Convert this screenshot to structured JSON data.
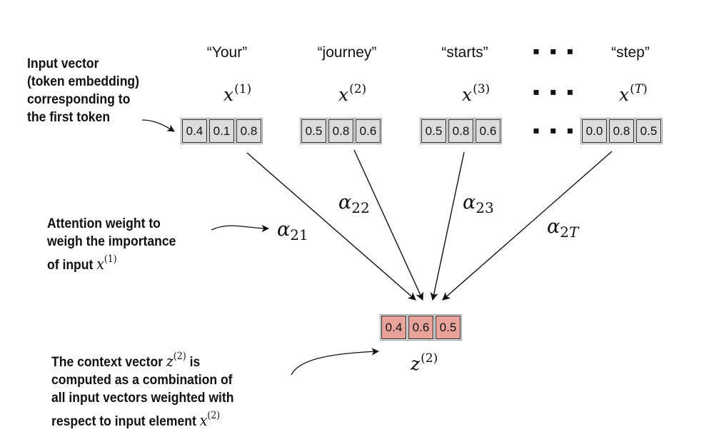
{
  "tokens": [
    {
      "word": "“Your”",
      "var": "x",
      "sup": "(1)",
      "values": [
        "0.4",
        "0.1",
        "0.8"
      ]
    },
    {
      "word": "“journey”",
      "var": "x",
      "sup": "(2)",
      "values": [
        "0.5",
        "0.8",
        "0.6"
      ]
    },
    {
      "word": "“starts”",
      "var": "x",
      "sup": "(3)",
      "values": [
        "0.5",
        "0.8",
        "0.6"
      ]
    },
    {
      "word": "“step”",
      "var": "x",
      "sup_open": "(",
      "sup_var": "T",
      "sup_close": ")",
      "values": [
        "0.0",
        "0.8",
        "0.5"
      ]
    }
  ],
  "ellipsis": "▪ ▪ ▪",
  "weights": [
    {
      "sym": "α",
      "sub": "21"
    },
    {
      "sym": "α",
      "sub": "22"
    },
    {
      "sym": "α",
      "sub": "23"
    },
    {
      "sym": "α",
      "sub_num": "2",
      "sub_var": "T"
    }
  ],
  "context": {
    "var": "z",
    "sup": "(2)",
    "values": [
      "0.4",
      "0.6",
      "0.5"
    ]
  },
  "annotations": {
    "input_vector": [
      "Input vector",
      "(token embedding)",
      "corresponding to",
      "the first token"
    ],
    "attention_weight": {
      "line1": "Attention weight to",
      "line2": "weigh the importance",
      "line3_text": "of input ",
      "var": "x",
      "sup": "(1)"
    },
    "context_vector": {
      "line1_text": "The context vector ",
      "line1_var": "z",
      "line1_sup": "(2)",
      "line1_tail": " is",
      "line2": "computed as a combination of",
      "line3": "all input vectors weighted with",
      "line4_text": "respect to input element ",
      "line4_var": "x",
      "line4_sup": "(2)"
    }
  },
  "colors": {
    "input_cell": "#dcdcdc",
    "context_cell": "#e8a49a"
  }
}
